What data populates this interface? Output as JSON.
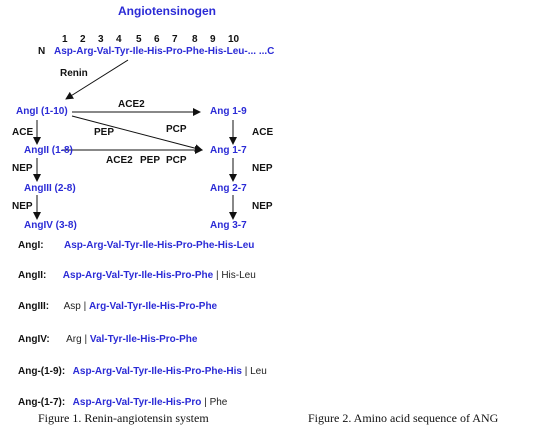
{
  "diagram": {
    "title": "Angiotensinogen",
    "positions": [
      "1",
      "2",
      "3",
      "4",
      "5",
      "6",
      "7",
      "8",
      "9",
      "10"
    ],
    "n_term": "N",
    "sequence": "Asp-Arg-Val-Tyr-Ile-His-Pro-Phe-His-Leu-... ...C",
    "renin": "Renin",
    "nodes": {
      "ang1": "AngI (1-10)",
      "ang2": "AngII (1-8)",
      "ang3": "AngIII (2-8)",
      "ang4": "AngIV (3-8)",
      "ang19": "Ang 1-9",
      "ang17": "Ang 1-7",
      "ang27": "Ang 2-7",
      "ang37": "Ang 3-7"
    },
    "enzymes": {
      "ace2_top": "ACE2",
      "ace_left": "ACE",
      "pep": "PEP",
      "pcp": "PCP",
      "ace_right": "ACE",
      "nep_left1": "NEP",
      "ace2_mid": "ACE2",
      "pep_mid": "PEP",
      "pcp_mid": "PCP",
      "nep_right1": "NEP",
      "nep_left2": "NEP",
      "nep_right2": "NEP"
    }
  },
  "sequences": [
    {
      "label": "AngI:",
      "main": "Asp-Arg-Val-Tyr-Ile-His-Pro-Phe-His-Leu",
      "pre": "",
      "post": ""
    },
    {
      "label": "AngII:",
      "main": "Asp-Arg-Val-Tyr-Ile-His-Pro-Phe",
      "pre": "",
      "post": "His-Leu"
    },
    {
      "label": "AngIII:",
      "main": "Arg-Val-Tyr-Ile-His-Pro-Phe",
      "pre": "Asp",
      "post": ""
    },
    {
      "label": "AngIV:",
      "main": "Val-Tyr-Ile-His-Pro-Phe",
      "pre": "Arg",
      "post": ""
    },
    {
      "label": "Ang-(1-9):",
      "main": "Asp-Arg-Val-Tyr-Ile-His-Pro-Phe-His",
      "pre": "",
      "post": "Leu"
    },
    {
      "label": "Ang-(1-7):",
      "main": "Asp-Arg-Val-Tyr-Ile-His-Pro",
      "pre": "",
      "post": "Phe"
    }
  ],
  "captions": {
    "fig1": "Figure 1. Renin-angiotensin system",
    "fig2": "Figure 2. Amino acid sequence of ANG"
  }
}
